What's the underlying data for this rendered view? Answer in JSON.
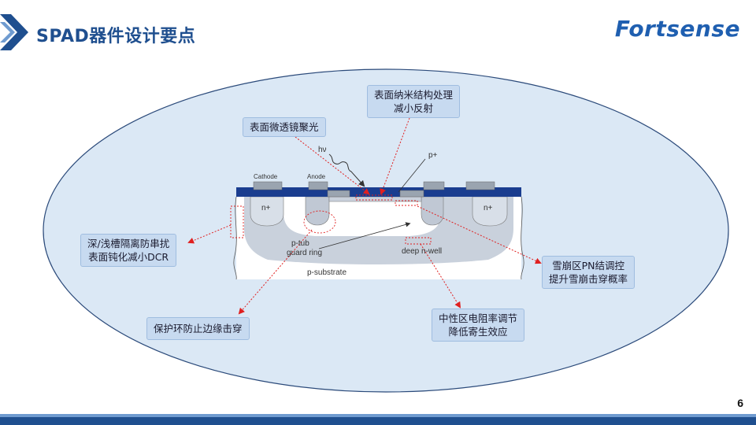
{
  "header": {
    "title": "SPAD器件设计要点",
    "logo": "Fortsense"
  },
  "diagram": {
    "labels": {
      "cathode": "Cathode",
      "anode": "Anode",
      "hv": "hν",
      "p_plus": "p+",
      "n_plus_left": "n+",
      "n_plus_right": "n+",
      "p_tub": "p-tub",
      "guard_ring": "guard ring",
      "deep_n_well": "deep n-well",
      "p_substrate": "p-substrate"
    }
  },
  "callouts": {
    "nano_surface_line1": "表面纳米结构处理",
    "nano_surface_line2": "减小反射",
    "microlens": "表面微透镜聚光",
    "isolation_line1": "深/浅槽隔离防串扰",
    "isolation_line2": "表面钝化减小DCR",
    "avalanche_line1": "雪崩区PN结调控",
    "avalanche_line2": "提升雪崩击穿概率",
    "guard_ring": "保护环防止边缘击穿",
    "neutral_line1": "中性区电阻率调节",
    "neutral_line2": "降低寄生效应"
  },
  "footer": {
    "page_number": "6"
  },
  "colors": {
    "brand": "#1f4f8f",
    "ellipse_fill": "#dbe8f5",
    "callout_fill": "#c7daf0",
    "arrow_red": "#e02020",
    "passivation_blue": "#1a3d8f"
  }
}
